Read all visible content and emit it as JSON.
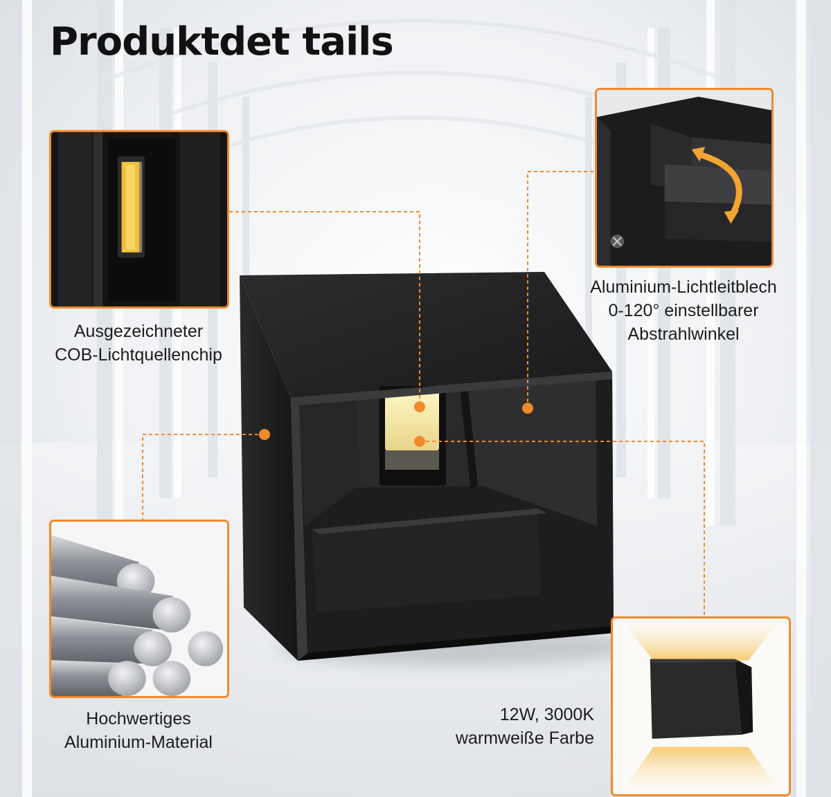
{
  "title": "Produktdet tails",
  "colors": {
    "accent": "#f08a2c",
    "lamp_body": "#1e1e1f",
    "led_warm": "#f5d57a",
    "background": "#eef0f3"
  },
  "features": {
    "cob": {
      "line1": "Ausgezeichneter",
      "line2": "COB-Lichtquellenchip"
    },
    "reflector": {
      "line1": "Aluminium-Lichtleitblech",
      "line2": "0-120° einstellbarer",
      "line3": "Abstrahlwinkel"
    },
    "material": {
      "line1": "Hochwertiges",
      "line2": "Aluminium-Material"
    },
    "light": {
      "line1": "12W, 3000K",
      "line2": "warmweiße Farbe"
    }
  }
}
